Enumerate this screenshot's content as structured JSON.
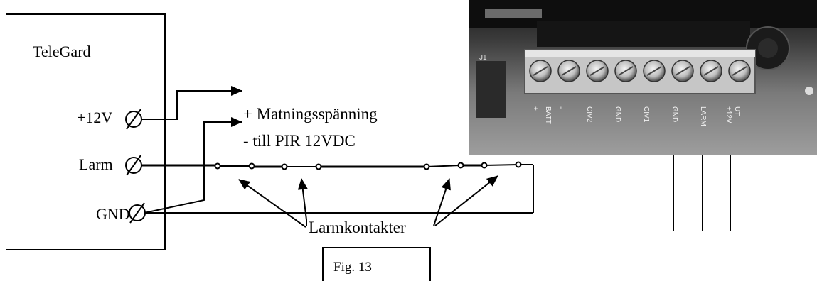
{
  "device": {
    "name": "TeleGard",
    "terminals": [
      "+12V",
      "Larm",
      "GND"
    ]
  },
  "notes": {
    "power_line1": "+ Matningsspänning",
    "power_line2": "- till PIR 12VDC",
    "contacts": "Larmkontakter"
  },
  "figure": {
    "caption": "Fig. 13"
  },
  "photo": {
    "terminal_labels": [
      "+",
      "BATT",
      "-",
      "CIV2",
      "GND",
      "CIV1",
      "GND",
      "LARM",
      "+12V",
      "UT"
    ],
    "board_label": "J1"
  }
}
